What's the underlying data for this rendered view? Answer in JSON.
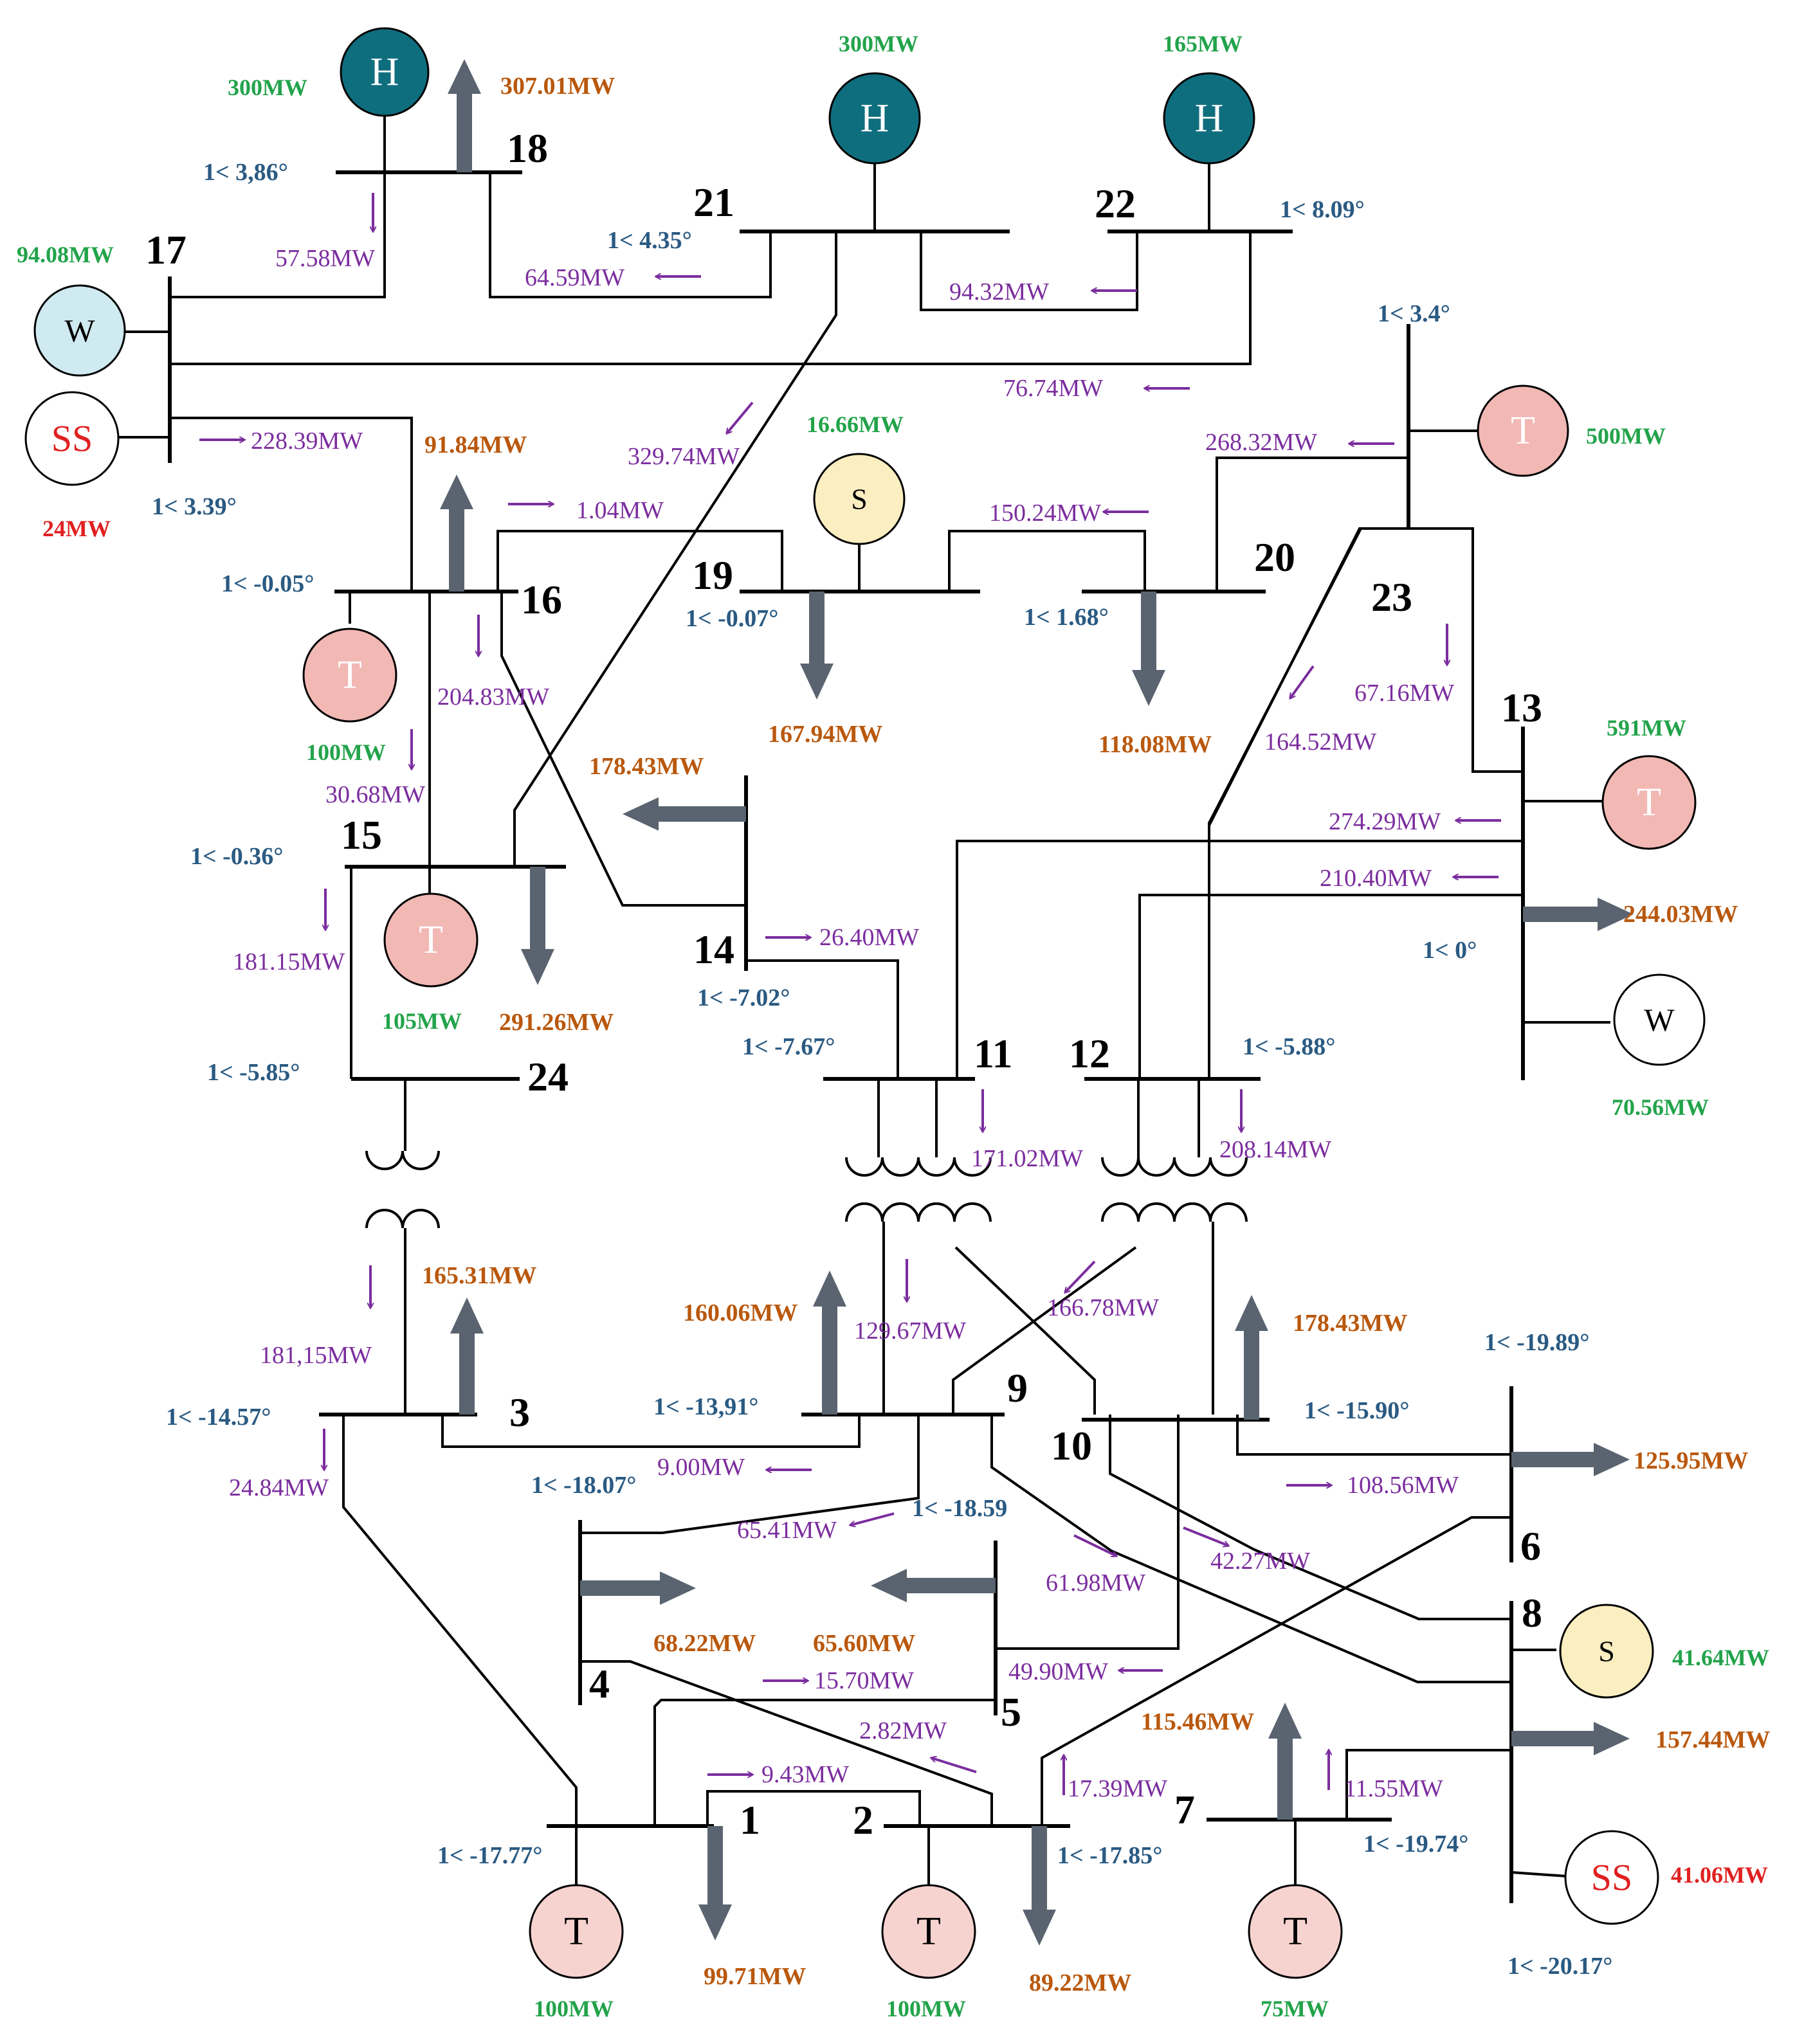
{
  "colors": {
    "hydro": "#0f6e7e",
    "thermal": "#f2b8b4",
    "thermal_light": "#f7d3d0",
    "wind_light": "#cfeaf0",
    "solar": "#fbeec0",
    "load_arrow": "#5a6470",
    "flow_text": "#7b2d9e",
    "angle_text": "#2a5a82",
    "load_text": "#b9580d",
    "gen_text": "#22a34a",
    "ss_text": "#e02020"
  },
  "buses": [
    {
      "id": "1",
      "num": "1",
      "angle": "1< -17.77°"
    },
    {
      "id": "2",
      "num": "2",
      "angle": "1< -17.85°"
    },
    {
      "id": "3",
      "num": "3",
      "angle": "1< -14.57°"
    },
    {
      "id": "4",
      "num": "4",
      "angle": "1< -18.07°"
    },
    {
      "id": "5",
      "num": "5",
      "angle": "1< -18.59"
    },
    {
      "id": "6",
      "num": "6",
      "angle": "1< -19.89°"
    },
    {
      "id": "7",
      "num": "7",
      "angle": "1< -19.74°"
    },
    {
      "id": "8",
      "num": "8",
      "angle": "1< -20.17°"
    },
    {
      "id": "9",
      "num": "9",
      "angle": "1< -13,91°"
    },
    {
      "id": "10",
      "num": "10",
      "angle": "1< -15.90°"
    },
    {
      "id": "11",
      "num": "11",
      "angle": "1< -7.67°"
    },
    {
      "id": "12",
      "num": "12",
      "angle": "1< -5.88°"
    },
    {
      "id": "13",
      "num": "13",
      "angle": "1< 0°"
    },
    {
      "id": "14",
      "num": "14",
      "angle": "1< -7.02°"
    },
    {
      "id": "15",
      "num": "15",
      "angle": "1< -0.36°"
    },
    {
      "id": "16",
      "num": "16",
      "angle": "1< -0.05°"
    },
    {
      "id": "17",
      "num": "17",
      "angle": "1< 3.39°"
    },
    {
      "id": "18",
      "num": "18",
      "angle": "1< 3,86°"
    },
    {
      "id": "19",
      "num": "19",
      "angle": "1< -0.07°"
    },
    {
      "id": "20",
      "num": "20",
      "angle": "1< 1.68°"
    },
    {
      "id": "21",
      "num": "21",
      "angle": "1< 4.35°"
    },
    {
      "id": "22",
      "num": "22",
      "angle": "1< 8.09°"
    },
    {
      "id": "23",
      "num": "23",
      "angle": "1< 3.4°"
    },
    {
      "id": "24",
      "num": "24",
      "angle": "1< -5.85°"
    }
  ],
  "generators": [
    {
      "id": "g18",
      "type": "hydro",
      "symbol": "H",
      "mw": "300MW"
    },
    {
      "id": "g21",
      "type": "hydro",
      "symbol": "H",
      "mw": "300MW"
    },
    {
      "id": "g22",
      "type": "hydro",
      "symbol": "H",
      "mw": "165MW"
    },
    {
      "id": "g17w",
      "type": "wind",
      "symbol": "W",
      "mw": "94.08MW"
    },
    {
      "id": "g17ss",
      "type": "storage",
      "symbol": "SS",
      "mw": "24MW"
    },
    {
      "id": "g23",
      "type": "thermal",
      "symbol": "T",
      "mw": "500MW"
    },
    {
      "id": "g19",
      "type": "solar",
      "symbol": "S",
      "mw": "16.66MW"
    },
    {
      "id": "g16",
      "type": "thermal",
      "symbol": "T",
      "mw": "100MW"
    },
    {
      "id": "g15",
      "type": "thermal",
      "symbol": "T",
      "mw": "105MW"
    },
    {
      "id": "g13",
      "type": "thermal",
      "symbol": "T",
      "mw": "591MW"
    },
    {
      "id": "g13w",
      "type": "wind",
      "symbol": "W",
      "mw": "70.56MW"
    },
    {
      "id": "g8s",
      "type": "solar",
      "symbol": "S",
      "mw": "41.64MW"
    },
    {
      "id": "g8ss",
      "type": "storage",
      "symbol": "SS",
      "mw": "41.06MW"
    },
    {
      "id": "g1",
      "type": "thermal",
      "symbol": "T",
      "mw": "100MW"
    },
    {
      "id": "g2",
      "type": "thermal",
      "symbol": "T",
      "mw": "100MW"
    },
    {
      "id": "g7",
      "type": "thermal",
      "symbol": "T",
      "mw": "75MW"
    }
  ],
  "loads": [
    {
      "bus": "18",
      "mw": "307.01MW"
    },
    {
      "bus": "16",
      "mw": "91.84MW"
    },
    {
      "bus": "19",
      "mw": "167.94MW"
    },
    {
      "bus": "20",
      "mw": "118.08MW"
    },
    {
      "bus": "14",
      "mw": "178.43MW"
    },
    {
      "bus": "15",
      "mw": "291.26MW"
    },
    {
      "bus": "13",
      "mw": "244.03MW"
    },
    {
      "bus": "3",
      "mw": "165.31MW"
    },
    {
      "bus": "9",
      "mw": "160.06MW"
    },
    {
      "bus": "10",
      "mw": "178.43MW"
    },
    {
      "bus": "6",
      "mw": "125.95MW"
    },
    {
      "bus": "4",
      "mw": "68.22MW"
    },
    {
      "bus": "5",
      "mw": "65.60MW"
    },
    {
      "bus": "8",
      "mw": "157.44MW"
    },
    {
      "bus": "7",
      "mw": "115.46MW"
    },
    {
      "bus": "1",
      "mw": "99.71MW"
    },
    {
      "bus": "2",
      "mw": "89.22MW"
    }
  ],
  "flows": [
    {
      "id": "f1",
      "mw": "57.58MW"
    },
    {
      "id": "f2",
      "mw": "64.59MW"
    },
    {
      "id": "f3",
      "mw": "94.32MW"
    },
    {
      "id": "f4",
      "mw": "76.74MW"
    },
    {
      "id": "f5",
      "mw": "228.39MW"
    },
    {
      "id": "f6",
      "mw": "329.74MW"
    },
    {
      "id": "f7",
      "mw": "268.32MW"
    },
    {
      "id": "f8",
      "mw": "1.04MW"
    },
    {
      "id": "f9",
      "mw": "150.24MW"
    },
    {
      "id": "f10",
      "mw": "204.83MW"
    },
    {
      "id": "f11",
      "mw": "67.16MW"
    },
    {
      "id": "f12",
      "mw": "164.52MW"
    },
    {
      "id": "f13",
      "mw": "30.68MW"
    },
    {
      "id": "f14",
      "mw": "274.29MW"
    },
    {
      "id": "f15",
      "mw": "210.40MW"
    },
    {
      "id": "f16",
      "mw": "181.15MW"
    },
    {
      "id": "f17",
      "mw": "26.40MW"
    },
    {
      "id": "f18",
      "mw": "171.02MW"
    },
    {
      "id": "f19",
      "mw": "208.14MW"
    },
    {
      "id": "f20",
      "mw": "181,15MW"
    },
    {
      "id": "f21",
      "mw": "129.67MW"
    },
    {
      "id": "f22",
      "mw": "166.78MW"
    },
    {
      "id": "f23",
      "mw": "24.84MW"
    },
    {
      "id": "f24",
      "mw": "9.00MW"
    },
    {
      "id": "f25",
      "mw": "108.56MW"
    },
    {
      "id": "f26",
      "mw": "65.41MW"
    },
    {
      "id": "f27",
      "mw": "61.98MW"
    },
    {
      "id": "f28",
      "mw": "42.27MW"
    },
    {
      "id": "f29",
      "mw": "15.70MW"
    },
    {
      "id": "f30",
      "mw": "49.90MW"
    },
    {
      "id": "f31",
      "mw": "2.82MW"
    },
    {
      "id": "f32",
      "mw": "9.43MW"
    },
    {
      "id": "f33",
      "mw": "17.39MW"
    },
    {
      "id": "f34",
      "mw": "11.55MW"
    }
  ]
}
